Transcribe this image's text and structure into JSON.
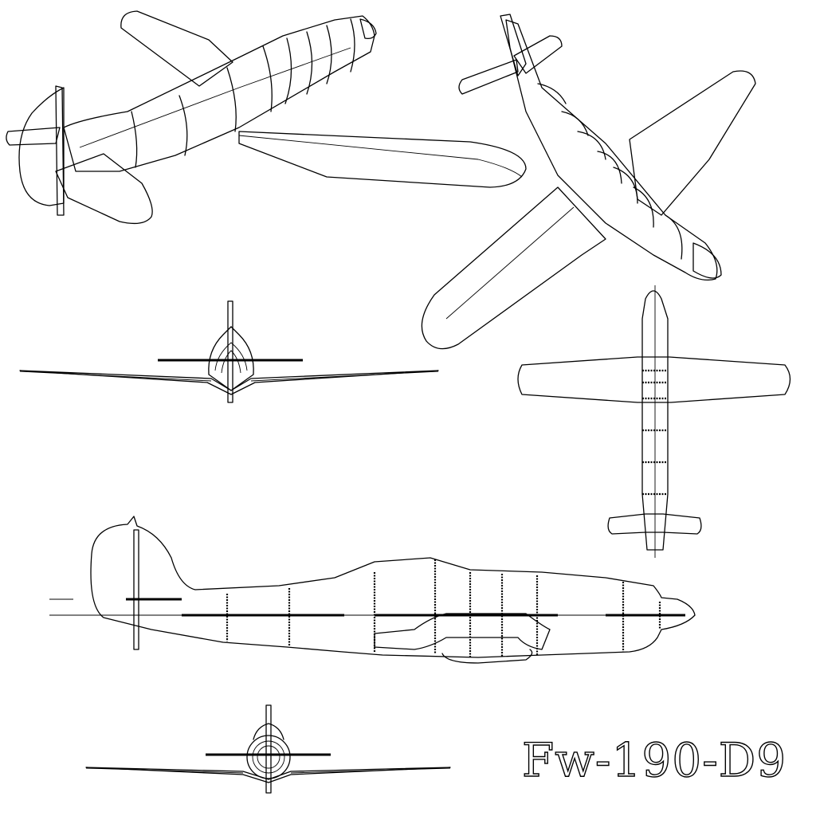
{
  "title": "Fw-190-D9",
  "colors": {
    "line": "#000000",
    "background": "#ffffff"
  },
  "views": [
    "perspective-rear-left",
    "perspective-front-right",
    "front-view-upper",
    "top-view",
    "side-view",
    "front-view-lower"
  ]
}
